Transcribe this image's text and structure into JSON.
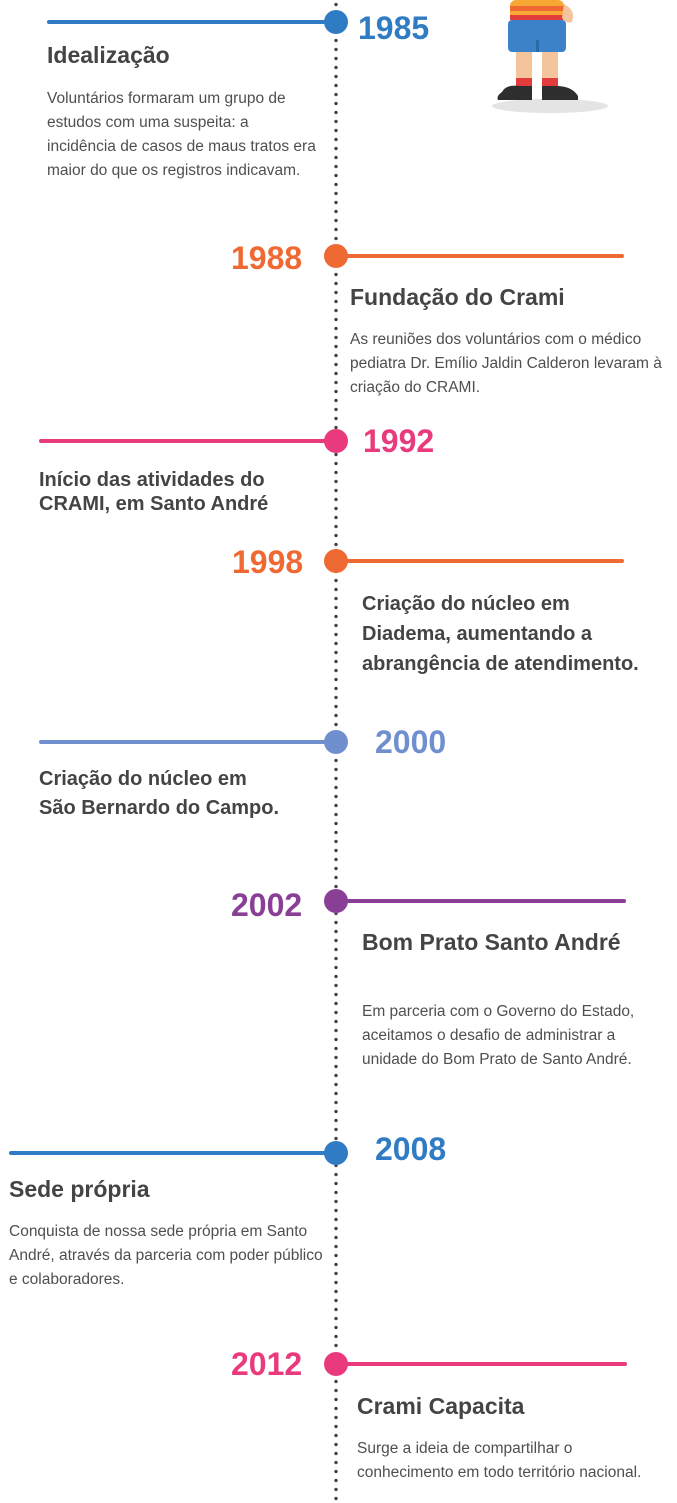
{
  "colors": {
    "blue": "#2f7cc4",
    "orange": "#ef6a33",
    "pink": "#e83a7d",
    "periwinkle": "#6f8fcf",
    "purple": "#8a3f97",
    "spine": "#444444",
    "text": "#4a4a4a"
  },
  "events": [
    {
      "year": "1985",
      "title": "Idealização",
      "description": "Voluntários formaram um grupo de estudos com uma suspeita: a incidência de casos de maus tratos era maior do que os registros indicavam."
    },
    {
      "year": "1988",
      "title": "Fundação do Crami",
      "description": "As reuniões dos voluntários com o médico pediatra Dr. Emílio Jaldin Calderon levaram à criação do CRAMI."
    },
    {
      "year": "1992",
      "title": "Início das atividades do CRAMI, em Santo André"
    },
    {
      "year": "1998",
      "title": "Criação do núcleo em Diadema, aumentando a abrangência de atendimento."
    },
    {
      "year": "2000",
      "title": "Criação do núcleo em São Bernardo do Campo."
    },
    {
      "year": "2002",
      "title": "Bom Prato Santo André",
      "description": "Em parceria com o Governo do Estado, aceitamos o desafio de administrar a unidade do Bom Prato de Santo André."
    },
    {
      "year": "2008",
      "title": "Sede própria",
      "description": "Conquista de nossa sede própria em Santo André, através da parceria com poder público e colaboradores."
    },
    {
      "year": "2012",
      "title": "Crami Capacita",
      "description": "Surge a ideia de compartilhar o conhecimento em todo território nacional."
    }
  ]
}
